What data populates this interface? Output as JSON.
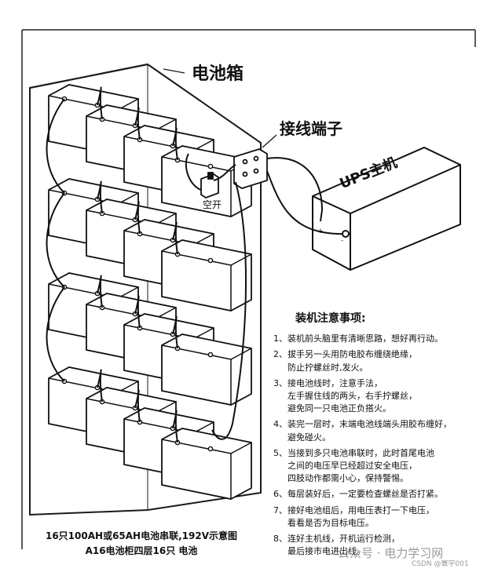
{
  "labels": {
    "battery_box": "电池箱",
    "terminal_block": "接线端子",
    "switch": "空开",
    "ups_host": "UPS主机",
    "plus": "+",
    "minus": "-"
  },
  "notes": {
    "title": "装机注意事项:",
    "items": [
      {
        "num": "1、",
        "lines": [
          "装机前头脑里有清晰思路，想好再行动。"
        ]
      },
      {
        "num": "2、",
        "lines": [
          "拔手另一头用防电胶布缠绕绝缘，",
          "防止拧螺丝时,发火。"
        ]
      },
      {
        "num": "3、",
        "lines": [
          "接电池线时，注意手法，",
          "左手握住线的两头，右手拧螺丝，",
          "避免同一只电池正负搭火。"
        ]
      },
      {
        "num": "4、",
        "lines": [
          "装完一层时，末端电池线端头用胶布缠好，",
          "避免碰火。"
        ]
      },
      {
        "num": "5、",
        "lines": [
          "当接到多只电池串联时，此时首尾电池",
          "之间的电压早已经超过安全电压，",
          "四肢动作都需小心，保持警惕。"
        ]
      },
      {
        "num": "6、",
        "lines": [
          "每层装好后，一定要检查螺丝是否打紧。"
        ]
      },
      {
        "num": "7、",
        "lines": [
          "接好电池组后，用电压表打一下电压，",
          "看看是否为目标电压。"
        ]
      },
      {
        "num": "8、",
        "lines": [
          "连好主机线，开机运行检测，",
          "最后接市电进出线。"
        ]
      }
    ]
  },
  "caption": {
    "line1": "16只100AH或65AH电池串联,192V示意图",
    "line2": "A16电池柜四层16只 电池"
  },
  "watermark": {
    "main": "公众号 · 电力学习网",
    "sub": "CSDN @寰宇001"
  },
  "colors": {
    "line": "#1a1a1a",
    "watermark": "#9a9a9a",
    "background": "#ffffff"
  }
}
